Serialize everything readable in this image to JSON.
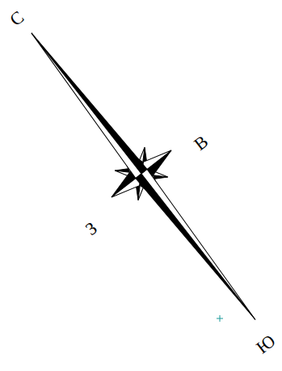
{
  "diagram": {
    "labels": [
      "С",
      "В",
      "З",
      "Ю"
    ]
  }
}
